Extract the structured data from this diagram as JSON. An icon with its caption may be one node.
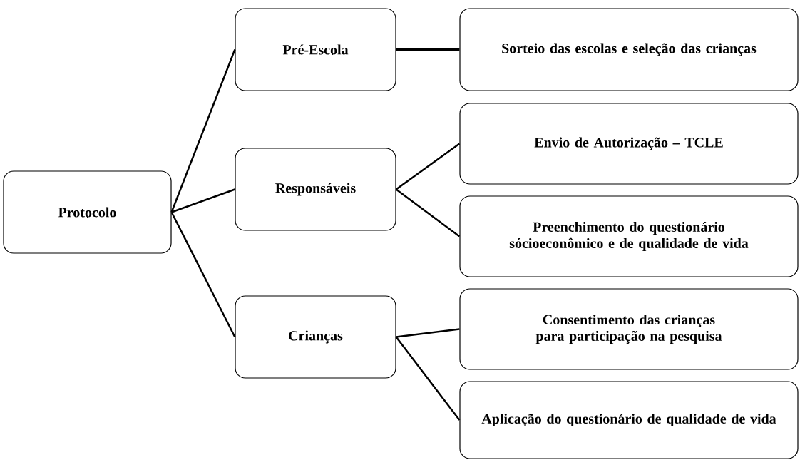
{
  "diagram": {
    "nodes": [
      {
        "text": [
          "Protocolo"
        ]
      },
      {
        "text": [
          "Pré-Escola"
        ]
      },
      {
        "text": [
          "Responsáveis"
        ]
      },
      {
        "text": [
          "Crianças"
        ]
      },
      {
        "text": [
          "Sorteio das escolas e seleção das crianças"
        ]
      },
      {
        "text": [
          "Envio de Autorização – TCLE"
        ]
      },
      {
        "text": [
          "Preenchimento do questionário sócioeconômico e de qualidade de vida"
        ]
      },
      {
        "text": [
          "Consentimento das crianças para participação na pesquisa"
        ]
      },
      {
        "text": [
          "Aplicação do questionário de qualidade de vida"
        ]
      }
    ],
    "edges": [
      {
        "from": 0,
        "to": 1,
        "arrow": "none"
      },
      {
        "from": 0,
        "to": 2,
        "arrow": "none"
      },
      {
        "from": 0,
        "to": 3,
        "arrow": "none"
      },
      {
        "from": 1,
        "to": 4,
        "arrow": "none",
        "style": "thick"
      },
      {
        "from": 2,
        "to": 5,
        "arrow": "none"
      },
      {
        "from": 2,
        "to": 6,
        "arrow": "none"
      },
      {
        "from": 3,
        "to": 7,
        "arrow": "none"
      },
      {
        "from": 3,
        "to": 8,
        "arrow": "none"
      }
    ]
  }
}
